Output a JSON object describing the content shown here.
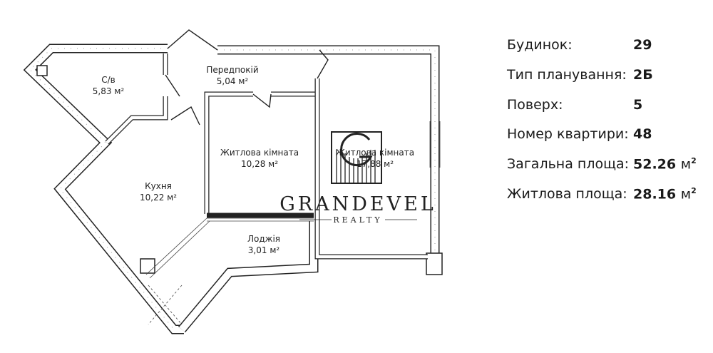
{
  "rooms": [
    {
      "name": "С/в",
      "area": "5,83 м²"
    },
    {
      "name": "Передпокій",
      "area": "5,04 м²"
    },
    {
      "name": "Житлова кімната",
      "area": "10,28 м²"
    },
    {
      "name": "Житлова кімната",
      "area": "17,88 м²"
    },
    {
      "name": "Кухня",
      "area": "10,22 м²"
    },
    {
      "name": "Лоджія",
      "area": "3,01 м²"
    }
  ],
  "watermark": {
    "brand": "GRANDEVEL",
    "sub": "REALTY"
  },
  "info": [
    {
      "label": "Будинок:",
      "value": "29"
    },
    {
      "label": "Тип планування:",
      "value": "2Б"
    },
    {
      "label": "Поверх:",
      "value": "5"
    },
    {
      "label": "Номер квартири:",
      "value": "48"
    },
    {
      "label": "Загальна площа:",
      "value": "52.26",
      "unit": "м"
    },
    {
      "label": "Житлова площа:",
      "value": "28.16",
      "unit": "м"
    }
  ]
}
